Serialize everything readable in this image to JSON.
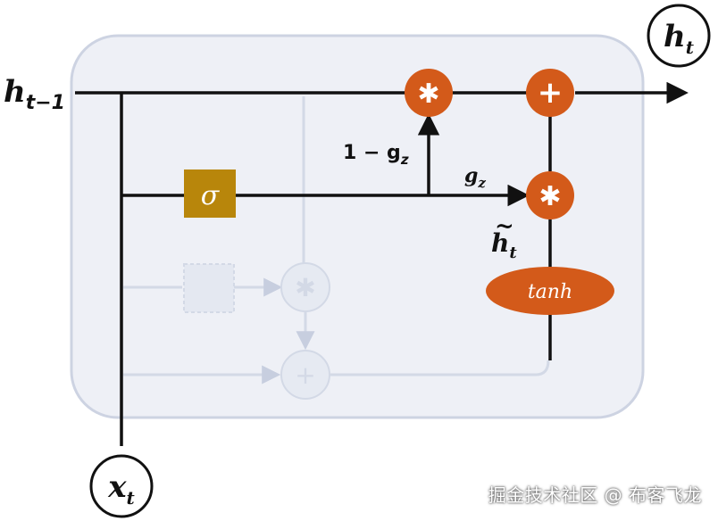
{
  "labels": {
    "h_prev": "h",
    "h_prev_sub": "t−1",
    "h_out": "h",
    "h_out_sub": "t",
    "x_in": "x",
    "x_in_sub": "t",
    "sigma": "σ",
    "one_minus_gz": "1 − g",
    "one_minus_gz_sub": "z",
    "gz": "g",
    "gz_sub": "z",
    "h_tilde": "h",
    "h_tilde_sub": "t",
    "h_tilde_mark": "~",
    "tanh": "tanh",
    "multiply_symbol": "✱",
    "add_symbol": "+"
  },
  "colors": {
    "orange": "#D35A1A",
    "gold": "#B8860B",
    "cell_fill": "#EEF0F6",
    "cell_border": "#CDD3E2",
    "faded": "#D0D6E4",
    "line": "#111111"
  },
  "watermark": "掘金技术社区 @ 布客飞龙"
}
